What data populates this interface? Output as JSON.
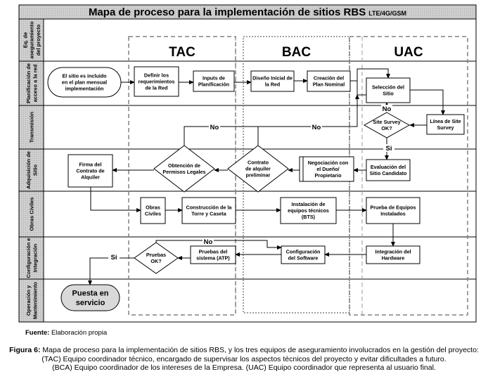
{
  "title": {
    "main": "Mapa de proceso para la implementación de sitios RBS",
    "suffix": "LTE/4G/GSM"
  },
  "lanes": [
    {
      "id": "eq",
      "lines": [
        "Eq. de",
        "aseguramiento",
        "del proyecto"
      ]
    },
    {
      "id": "plan",
      "lines": [
        "Planificación de",
        "acceso a la red"
      ]
    },
    {
      "id": "trans",
      "lines": [
        "Transmisión"
      ]
    },
    {
      "id": "adq",
      "lines": [
        "Adquisición de",
        "Sitio"
      ]
    },
    {
      "id": "obras",
      "lines": [
        "Obras Civiles"
      ]
    },
    {
      "id": "conf",
      "lines": [
        "Configuración e",
        "Integración"
      ]
    },
    {
      "id": "op",
      "lines": [
        "Operación y",
        "Mantenimiento"
      ]
    }
  ],
  "teams": [
    {
      "id": "tac",
      "label": "TAC"
    },
    {
      "id": "bac",
      "label": "BAC"
    },
    {
      "id": "uac",
      "label": "UAC"
    }
  ],
  "nodes": [
    {
      "id": "start",
      "shape": "terminal",
      "lines": [
        "El sitio es incluido",
        "en el plan mensual",
        "implementación"
      ]
    },
    {
      "id": "definir",
      "shape": "process",
      "lines": [
        "Definir los",
        "requerimientos",
        "de la Red"
      ]
    },
    {
      "id": "inputs",
      "shape": "process",
      "lines": [
        "Inputs de",
        "Planificación"
      ]
    },
    {
      "id": "diseno",
      "shape": "process",
      "lines": [
        "Diseño Inicial de",
        "la Red"
      ]
    },
    {
      "id": "creacion",
      "shape": "process",
      "lines": [
        "Creación del",
        "Plan Nominal"
      ]
    },
    {
      "id": "seleccion",
      "shape": "process",
      "lines": [
        "Selección del",
        "Sitio"
      ]
    },
    {
      "id": "linea",
      "shape": "process",
      "lines": [
        "Línea de Site",
        "Survey"
      ]
    },
    {
      "id": "survey",
      "shape": "decision",
      "lines": [
        "Site Survey",
        "OK?"
      ]
    },
    {
      "id": "evaluacion",
      "shape": "process",
      "lines": [
        "Evaluación del",
        "Sitio Candidato"
      ]
    },
    {
      "id": "negociacion",
      "shape": "subprocess",
      "lines": [
        "Negociación con",
        "el Dueño/",
        "Propietario"
      ]
    },
    {
      "id": "contrato",
      "shape": "decision",
      "lines": [
        "Contrato",
        "de alquiler",
        "preliminar"
      ]
    },
    {
      "id": "permisos",
      "shape": "decision",
      "lines": [
        "Obtención de",
        "Permisos Legales"
      ]
    },
    {
      "id": "firma",
      "shape": "process",
      "lines": [
        "Firma del",
        "Contrato de",
        "Alquiler"
      ]
    },
    {
      "id": "obrasciv",
      "shape": "process",
      "lines": [
        "Obras",
        "Civiles"
      ]
    },
    {
      "id": "construccion",
      "shape": "process",
      "lines": [
        "Construcción de la",
        "Torre y Caseta"
      ]
    },
    {
      "id": "instalacion",
      "shape": "process",
      "lines": [
        "Instalación de",
        "equipos técnicos",
        "(BTS)"
      ]
    },
    {
      "id": "prueba",
      "shape": "process",
      "lines": [
        "Prueba de Equipos",
        "Instalados"
      ]
    },
    {
      "id": "integracion",
      "shape": "process",
      "lines": [
        "Integración del",
        "Hardware"
      ]
    },
    {
      "id": "configuracion",
      "shape": "process",
      "lines": [
        "Configuración",
        "del Software"
      ]
    },
    {
      "id": "pruebassis",
      "shape": "process",
      "lines": [
        "Pruebas del",
        "sistema (ATP)"
      ]
    },
    {
      "id": "pruebasok",
      "shape": "decision",
      "lines": [
        "Pruebas",
        "OK?"
      ]
    },
    {
      "id": "puesta",
      "shape": "terminal-end",
      "lines": [
        "Puesta en",
        "servicio"
      ]
    }
  ],
  "edge_labels": {
    "no": "No",
    "si": "Si"
  },
  "footer": {
    "source_label": "Fuente:",
    "source_text": "Elaboración propia",
    "caption_label": "Figura 6:",
    "caption_line1": "Mapa de proceso para la implementación de sitios RBS, y los tres equipos de aseguramiento involucrados en la gestión del proyecto:",
    "caption_line2": "(TAC) Equipo coordinador técnico, encargado de supervisar los aspectos técnicos del proyecto y evitar dificultades a futuro.",
    "caption_line3": "(BCA) Equipo coordinador de los intereses de la Empresa. (UAC) Equipo coordinador que representa al usuario final."
  },
  "colors": {
    "lane_label_bg": "#c8c8c8",
    "title_bg": "#d4d4d4",
    "end_fill": "#d9d9d9",
    "line": "#000000",
    "dash": "#808080"
  }
}
